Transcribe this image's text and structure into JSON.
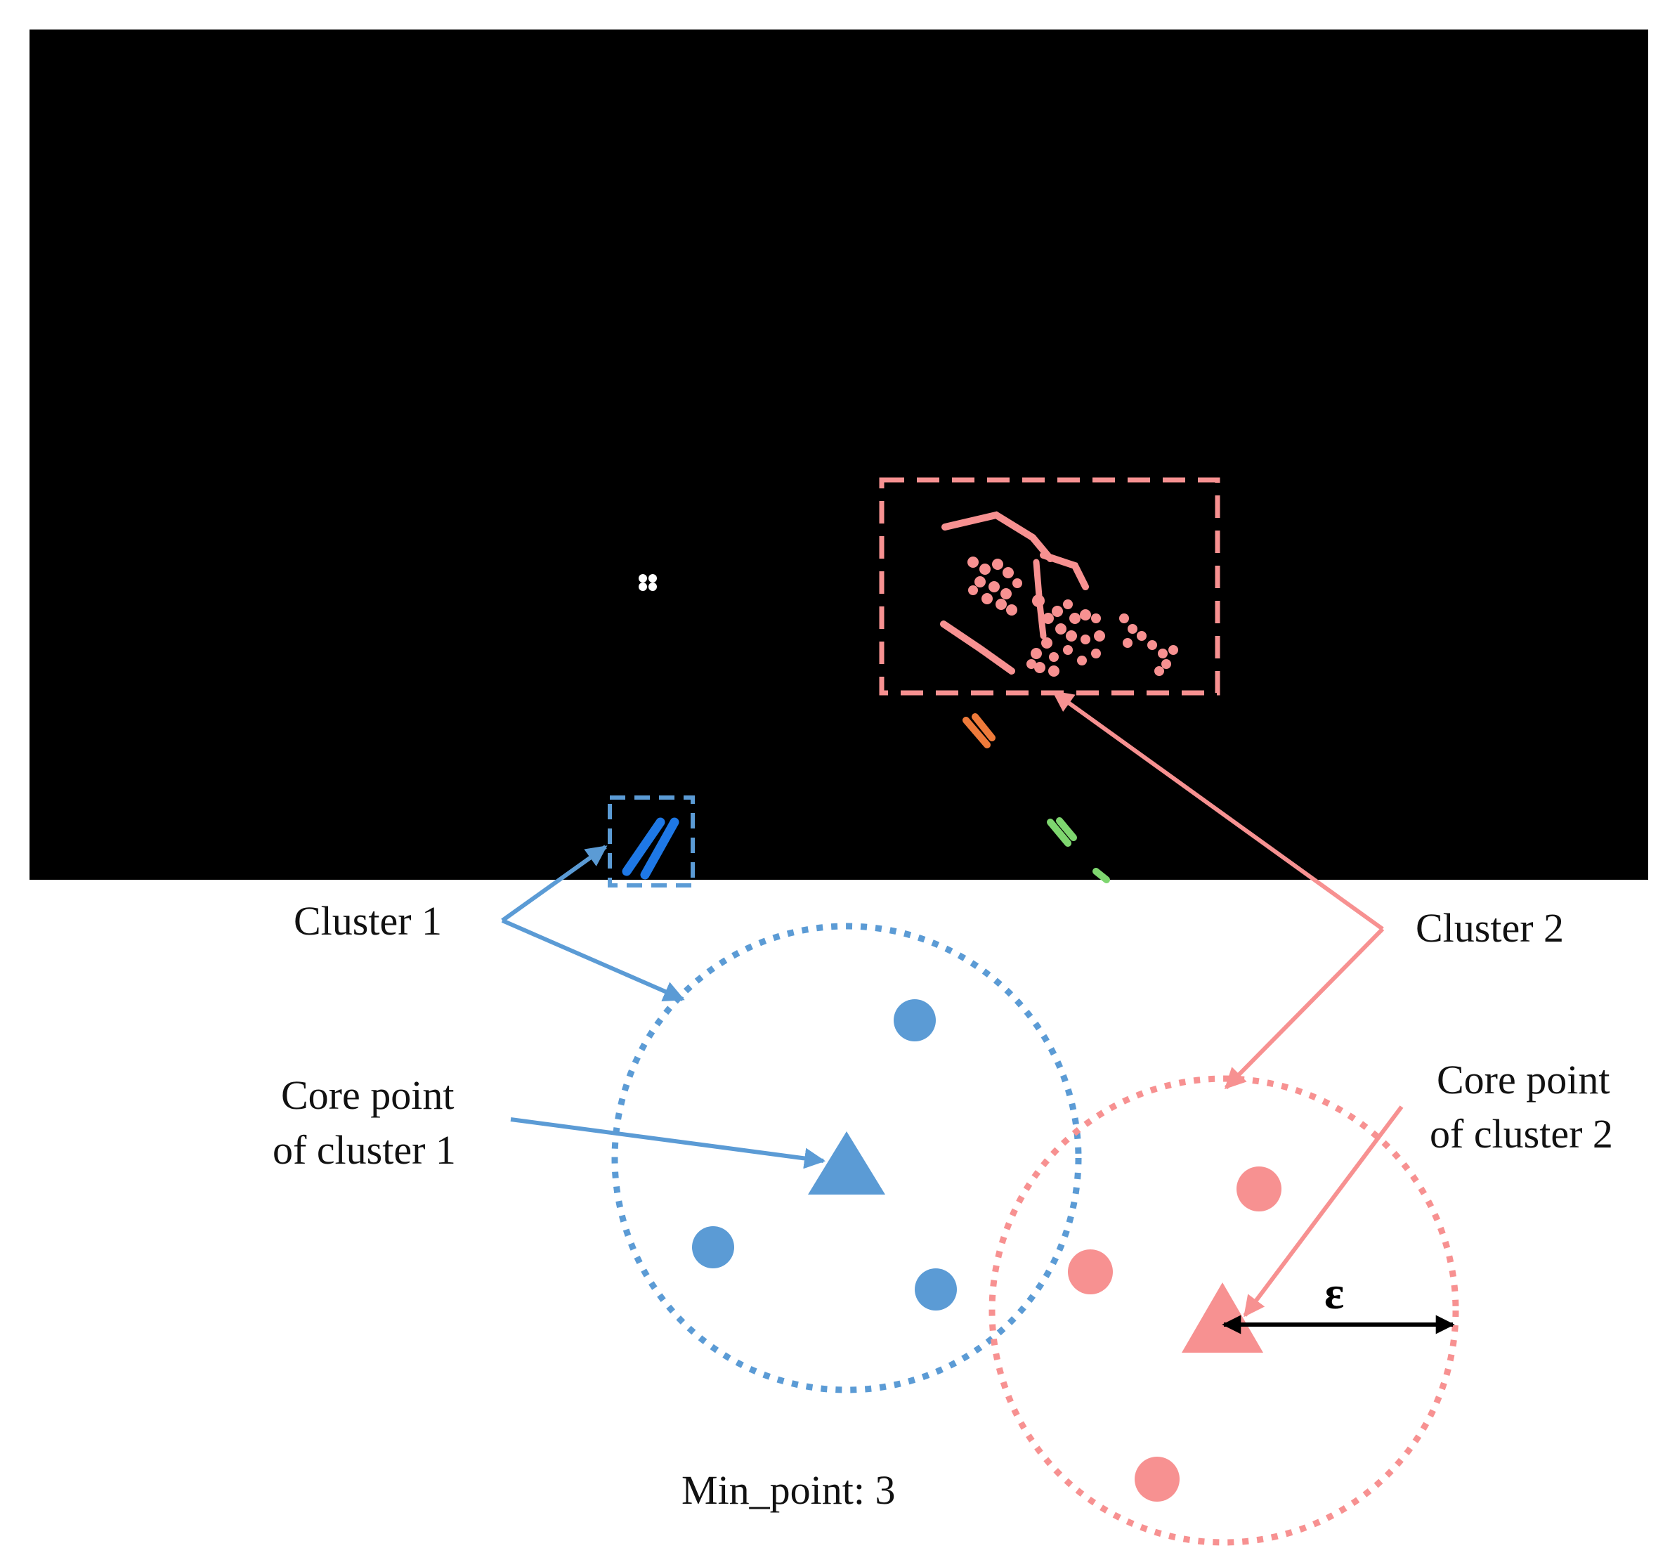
{
  "labels": {
    "cluster1": "Cluster 1",
    "cluster2": "Cluster 2",
    "core1_line1": "Core point",
    "core1_line2": "of cluster 1",
    "core2_line1": "Core point",
    "core2_line2": "of cluster 2",
    "epsilon": "ε",
    "min_point": "Min_point: 3"
  },
  "colors": {
    "background_panel": "#000000",
    "cluster1": "#5b9bd5",
    "cluster1_points": "#1e78e6",
    "cluster2": "#f79191",
    "orange_cluster": "#ee7a3a",
    "green_cluster": "#7ed66f",
    "noise": "#ffffff",
    "epsilon_arrow": "#000000"
  }
}
